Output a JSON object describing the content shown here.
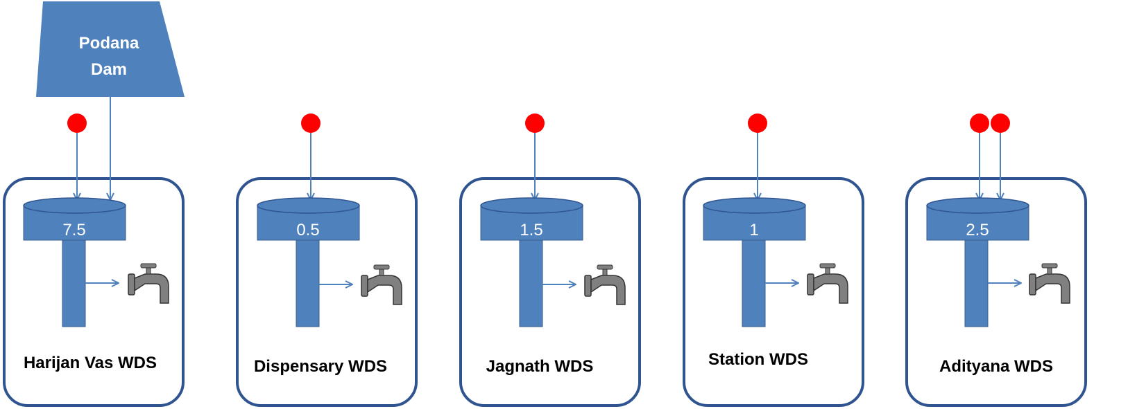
{
  "source": {
    "label_line1": "Podana",
    "label_line2": "Dam",
    "color": "#4F81BD"
  },
  "colors": {
    "tank_fill": "#4F81BD",
    "tank_stroke": "#385D8A",
    "box_stroke": "#2F5490",
    "arrow": "#4F81BD",
    "input_dot": "#FF0000",
    "faucet": "#808080"
  },
  "stations": [
    {
      "name": "Harijan Vas WDS",
      "value": "7.5",
      "inputs": 1,
      "fed_by_dam": true,
      "icon": "faucet-icon"
    },
    {
      "name": "Dispensary WDS",
      "value": "0.5",
      "inputs": 1,
      "fed_by_dam": false,
      "icon": "faucet-icon"
    },
    {
      "name": "Jagnath WDS",
      "value": "1.5",
      "inputs": 1,
      "fed_by_dam": false,
      "icon": "faucet-icon"
    },
    {
      "name": "Station WDS",
      "value": "1",
      "inputs": 1,
      "fed_by_dam": false,
      "icon": "faucet-icon"
    },
    {
      "name": "Adityana WDS",
      "value": "2.5",
      "inputs": 2,
      "fed_by_dam": false,
      "icon": "faucet-icon"
    }
  ]
}
